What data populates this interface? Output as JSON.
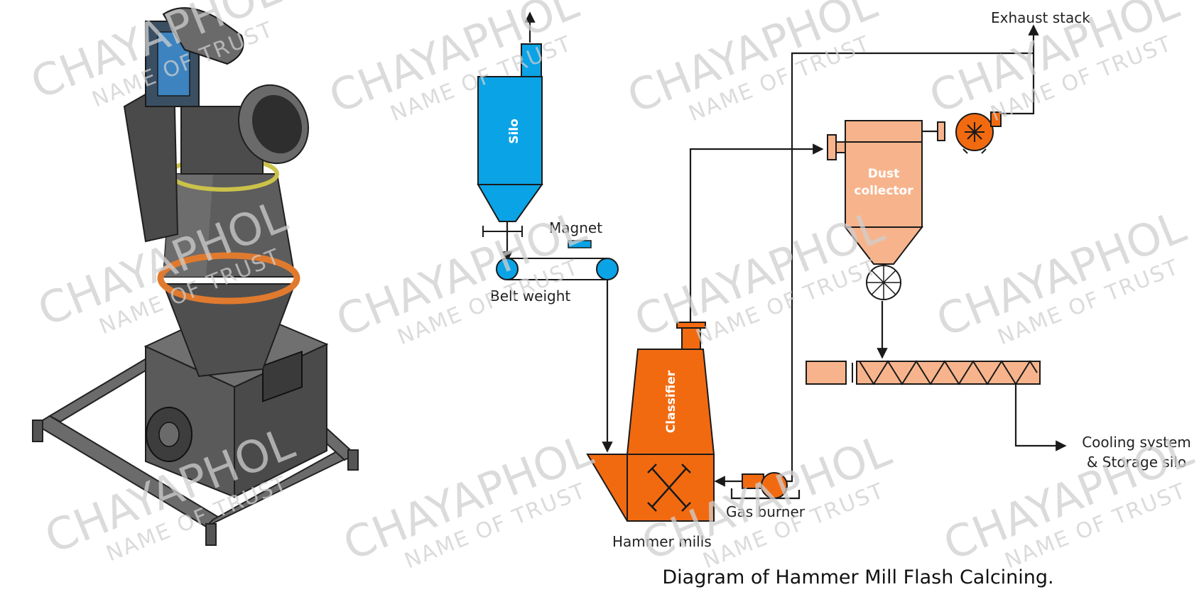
{
  "diagram": {
    "caption": "Diagram of Hammer Mill Flash Calcining.",
    "labels": {
      "silo": "Silo",
      "magnet": "Magnet",
      "belt_weight": "Belt weight",
      "classifier": "Classifier",
      "hammer_mills": "Hammer mills",
      "gas_burner": "Gas burner",
      "dust_collector_line1": "Dust",
      "dust_collector_line2": "collector",
      "exhaust_stack": "Exhaust stack",
      "cooling_line1": "Cooling system",
      "cooling_line2": "& Storage silo"
    },
    "watermark": {
      "brand": "CHAYAPHOL",
      "tagline": "NAME OF TRUST"
    },
    "colors": {
      "silo": "#0aa3e6",
      "classifier": "#f26a10",
      "dust_collector": "#f7b48c",
      "pipe": "#1a1a1a"
    }
  }
}
